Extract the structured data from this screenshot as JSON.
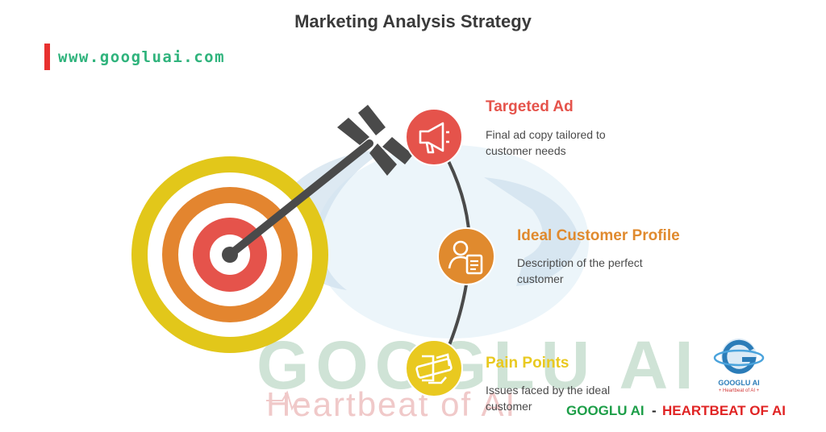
{
  "title": "Marketing Analysis Strategy",
  "website": "www.googluai.com",
  "items": [
    {
      "title": "Targeted Ad",
      "description": "Final ad copy tailored to customer needs",
      "color": "#e5534b",
      "icon": "megaphone-icon"
    },
    {
      "title": "Ideal Customer Profile",
      "description": "Description of the perfect customer",
      "color": "#e08a2e",
      "icon": "customer-profile-icon"
    },
    {
      "title": "Pain Points",
      "description": "Issues faced by the ideal customer",
      "color": "#e9c920",
      "icon": "bandage-icon"
    }
  ],
  "target_colors": {
    "outer": "#e2c71a",
    "middle": "#e3852f",
    "inner": "#e5534b",
    "arrow": "#4a4a4a"
  },
  "watermark": {
    "name": "GOOGLU AI",
    "tagline": "Heartbeat of AI"
  },
  "logo": {
    "name": "GOOGLU AI",
    "tagline": "+ Heartbeat of AI +"
  },
  "brand": {
    "left": "GOOGLU AI",
    "separator": "-",
    "right": "HEARTBEAT OF AI"
  }
}
